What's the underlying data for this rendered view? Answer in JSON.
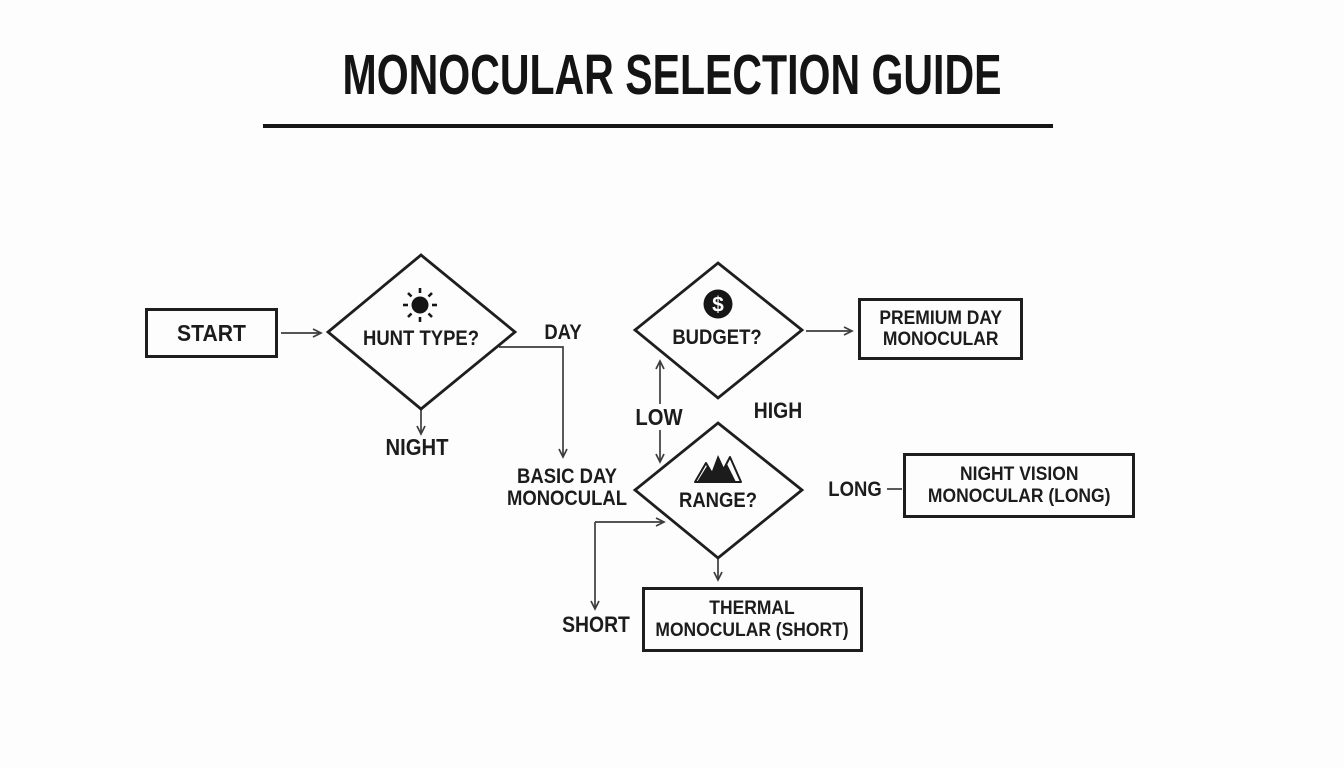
{
  "title": "MONOCULAR SELECTION GUIDE",
  "nodes": {
    "start": "START",
    "hunt_type": "HUNT TYPE?",
    "budget": "BUDGET?",
    "range": "RANGE?"
  },
  "edge_labels": {
    "day": "DAY",
    "night": "NIGHT",
    "low": "LOW",
    "high": "HIGH",
    "long": "LONG",
    "short": "SHORT"
  },
  "results": {
    "premium_day": {
      "line1": "PREMIUM DAY",
      "line2": "MONOCULAR"
    },
    "basic_day": {
      "line1": "BASIC DAY",
      "line2": "MONOCULAL"
    },
    "night_vision": {
      "line1": "NIGHT VISION",
      "line2": "MONOCULAR (LONG)"
    },
    "thermal": {
      "line1": "THERMAL",
      "line2": "MONOCULAR (SHORT)"
    }
  },
  "icons": {
    "hunt_type": "sun-icon",
    "budget": "dollar-icon",
    "dollar_glyph": "$",
    "range": "mountains-icon"
  },
  "colors": {
    "background": "#fdfdfd",
    "ink": "#1c1c1c",
    "connector": "#3d3d3d"
  }
}
